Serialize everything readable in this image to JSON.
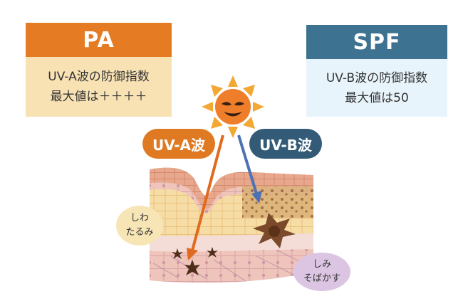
{
  "pa": {
    "title": "PA",
    "line1": "UV-A波の防御指数",
    "line2": "最大値は＋＋＋＋",
    "header_color": "#e57b22",
    "body_color": "#f8e2b4"
  },
  "spf": {
    "title": "SPF",
    "line1": "UV-B波の防御指数",
    "line2": "最大値は50",
    "header_color": "#3d7290",
    "body_color": "#e8f4fb"
  },
  "labels": {
    "uva": "UV-A波",
    "uvb": "UV-B波"
  },
  "bubbles": {
    "wrinkle_line1": "しわ",
    "wrinkle_line2": "たるみ",
    "spot_line1": "しみ",
    "spot_line2": "そばかす"
  },
  "icons": [
    "sun-icon",
    "uva-arrow",
    "uvb-arrow",
    "skin-cross-section",
    "wrinkle-damage-icon",
    "pigment-spot-icon"
  ]
}
